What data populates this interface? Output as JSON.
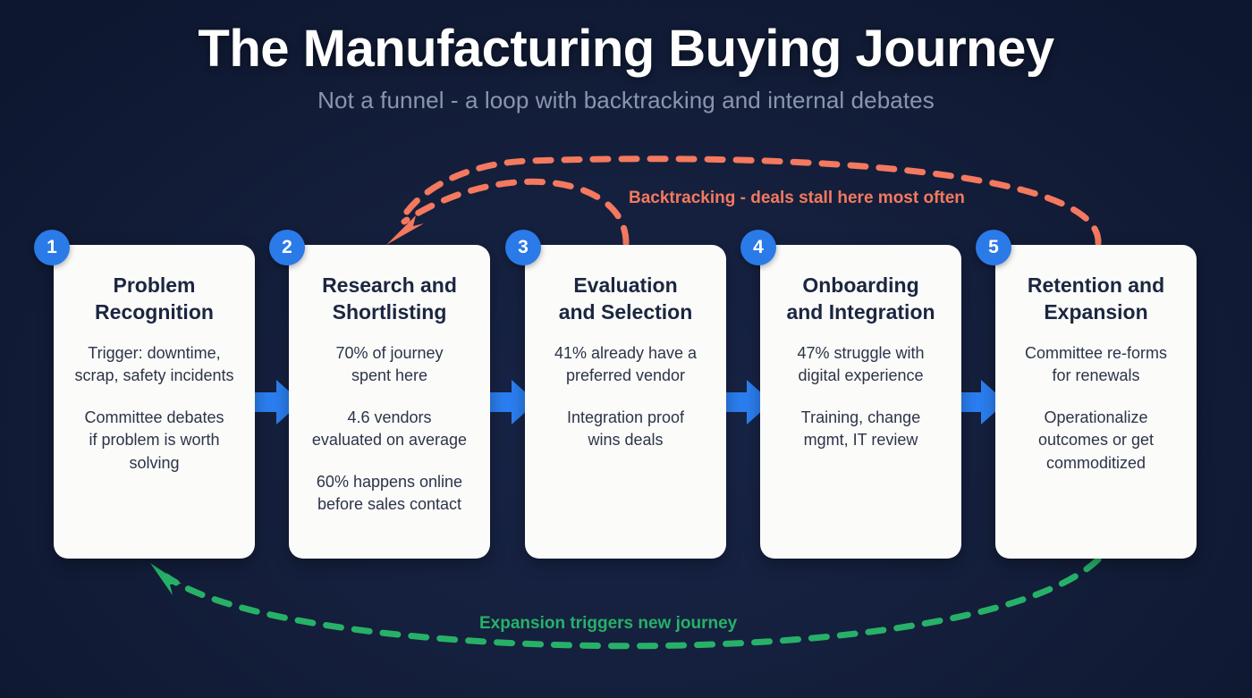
{
  "header": {
    "title": "The Manufacturing Buying Journey",
    "subtitle": "Not a funnel - a loop with backtracking and internal debates"
  },
  "colors": {
    "background": "#15203e",
    "card": "#fbfbfa",
    "badge_blue": "#2a7ae8",
    "arrow_blue": "#2b7ef0",
    "backtrack_orange": "#f4795e",
    "expansion_green": "#27b168",
    "title_white": "#ffffff",
    "subtitle_gray": "#8b96ad",
    "card_title": "#1b2640",
    "card_text": "#2c3448"
  },
  "annotations": {
    "backtrack_label": "Backtracking - deals stall here most often",
    "expansion_label": "Expansion triggers new journey"
  },
  "stages": [
    {
      "number": "1",
      "title_line1": "Problem",
      "title_line2": "Recognition",
      "stats": [
        "Trigger: downtime,\nscrap, safety incidents",
        "Committee debates\nif problem is worth\nsolving"
      ]
    },
    {
      "number": "2",
      "title_line1": "Research and",
      "title_line2": "Shortlisting",
      "stats": [
        "70% of journey\nspent here",
        "4.6 vendors\nevaluated on average",
        "60% happens online\nbefore sales contact"
      ]
    },
    {
      "number": "3",
      "title_line1": "Evaluation",
      "title_line2": "and Selection",
      "stats": [
        "41% already have a\npreferred vendor",
        "Integration proof\nwins deals"
      ]
    },
    {
      "number": "4",
      "title_line1": "Onboarding",
      "title_line2": "and Integration",
      "stats": [
        "47% struggle with\ndigital experience",
        "Training, change\nmgmt, IT review"
      ]
    },
    {
      "number": "5",
      "title_line1": "Retention and",
      "title_line2": "Expansion",
      "stats": [
        "Committee re-forms\nfor renewals",
        "Operationalize\noutcomes or get\ncommoditized"
      ]
    }
  ]
}
